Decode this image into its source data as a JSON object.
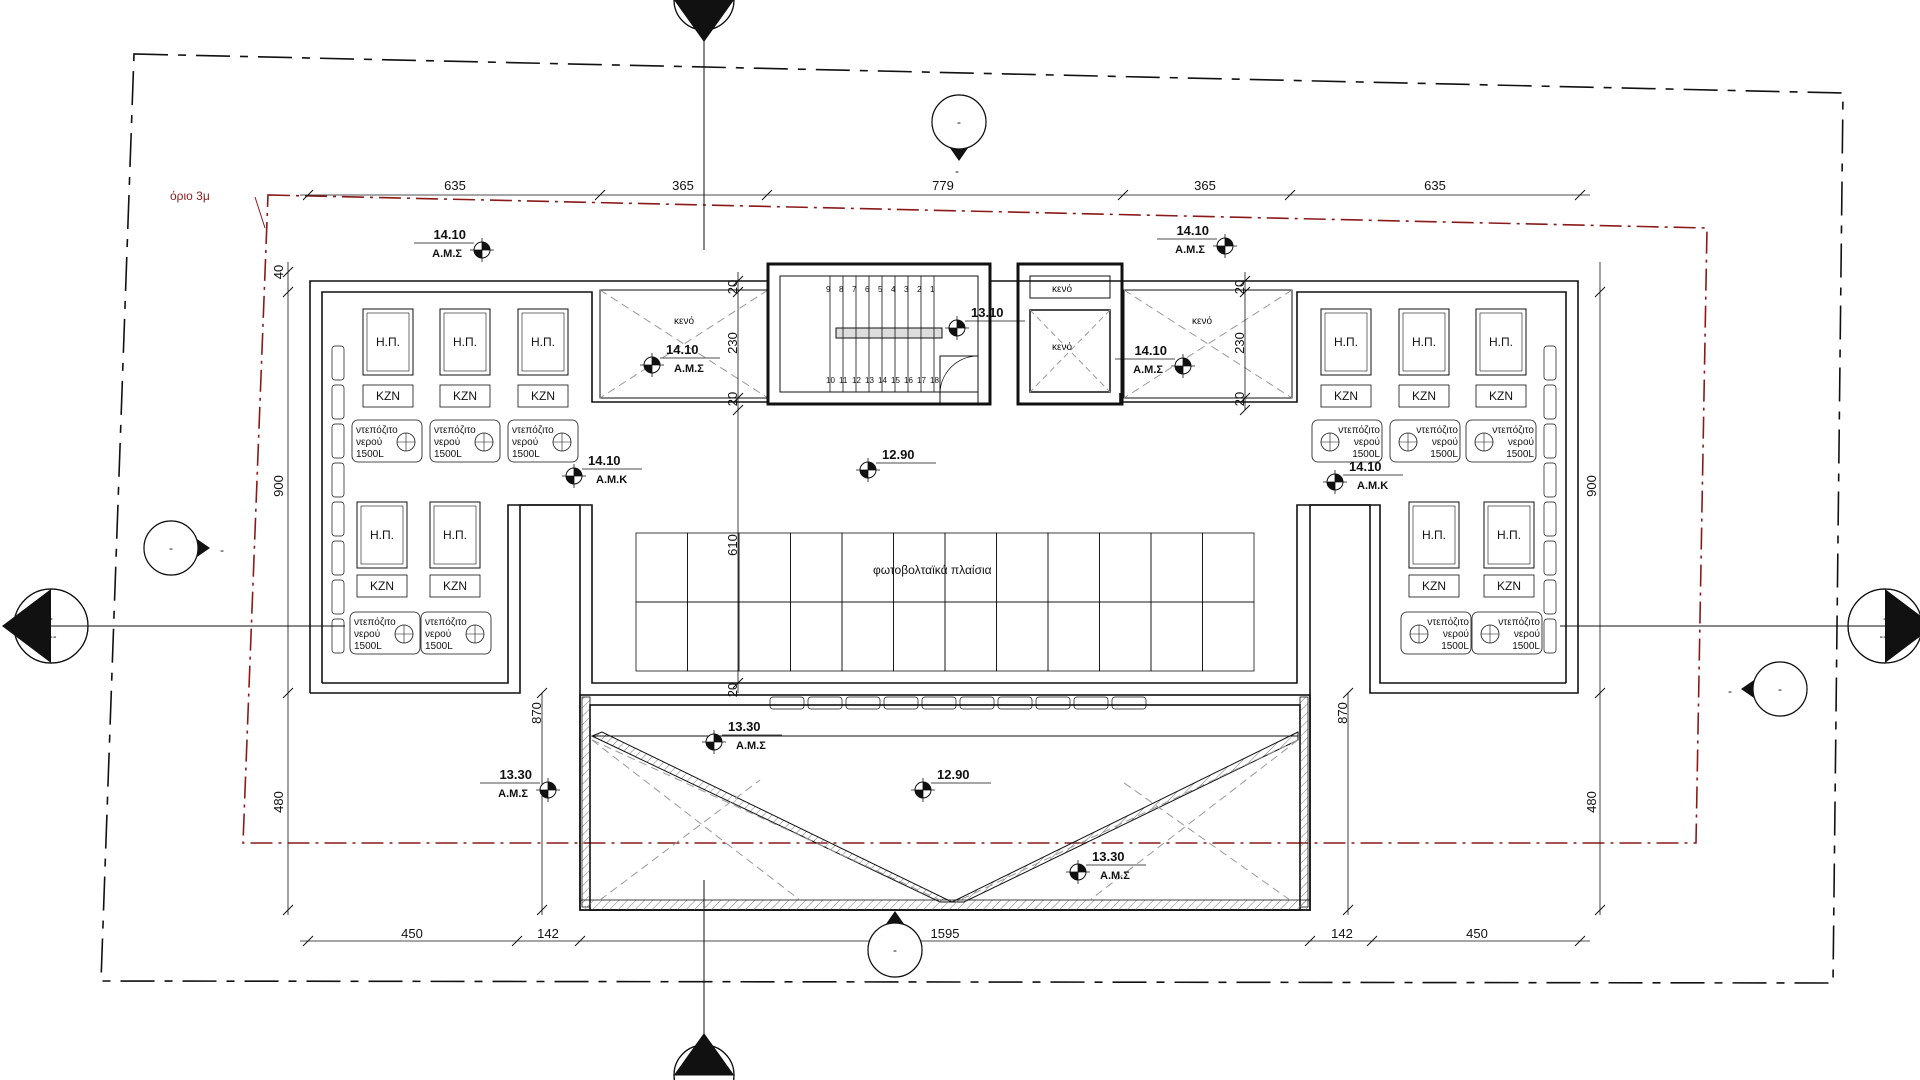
{
  "plan": {
    "site_limit_label": "όριο 3μ",
    "top_dimensions": [
      "635",
      "365",
      "779",
      "365",
      "635"
    ],
    "bottom_dimensions": [
      "450",
      "142",
      "1595",
      "142",
      "450"
    ],
    "left_dimensions": [
      "40",
      "900",
      "480"
    ],
    "right_dimensions": [
      "900",
      "480"
    ],
    "inner_dimensions": {
      "lightwell_left": [
        "20",
        "230",
        "20",
        "610",
        "20"
      ],
      "lightwell_right": [
        "20",
        "230",
        "20"
      ],
      "lower_left": "870",
      "lower_right": "870"
    },
    "void_label": "κενό",
    "pv_label": "φωτοβολταϊκά πλαίσια",
    "hp_label": "Η.Π.",
    "kzn_label": "KZN",
    "tank_label_line1": "ντεπόζιτο",
    "tank_label_line2": "νερού",
    "tank_label_line3": "1500L",
    "stair_upper": [
      "9",
      "8",
      "7",
      "6",
      "5",
      "4",
      "3",
      "2",
      "1"
    ],
    "stair_lower": [
      "10",
      "11",
      "12",
      "13",
      "14",
      "15",
      "16",
      "17",
      "18"
    ],
    "section_marker_symbol": "-",
    "section_marker_code": "---",
    "level_marks": [
      {
        "value": "14.10",
        "code": "Α.Μ.Σ"
      },
      {
        "value": "14.10",
        "code": "Α.Μ.Σ"
      },
      {
        "value": "14.10",
        "code": "Α.Μ.Σ"
      },
      {
        "value": "14.10",
        "code": "Α.Μ.Σ"
      },
      {
        "value": "13.10",
        "code": ""
      },
      {
        "value": "12.90",
        "code": ""
      },
      {
        "value": "14.10",
        "code": "Α.Μ.Κ"
      },
      {
        "value": "14.10",
        "code": "Α.Μ.Κ"
      },
      {
        "value": "13.30",
        "code": "Α.Μ.Σ"
      },
      {
        "value": "13.30",
        "code": "Α.Μ.Σ"
      },
      {
        "value": "12.90",
        "code": ""
      },
      {
        "value": "13.30",
        "code": "Α.Μ.Σ"
      }
    ]
  },
  "colors": {
    "line": "#111111",
    "site_limit": "#8a1a1a",
    "hatch": "#777777",
    "dashed_diag": "#999999"
  }
}
